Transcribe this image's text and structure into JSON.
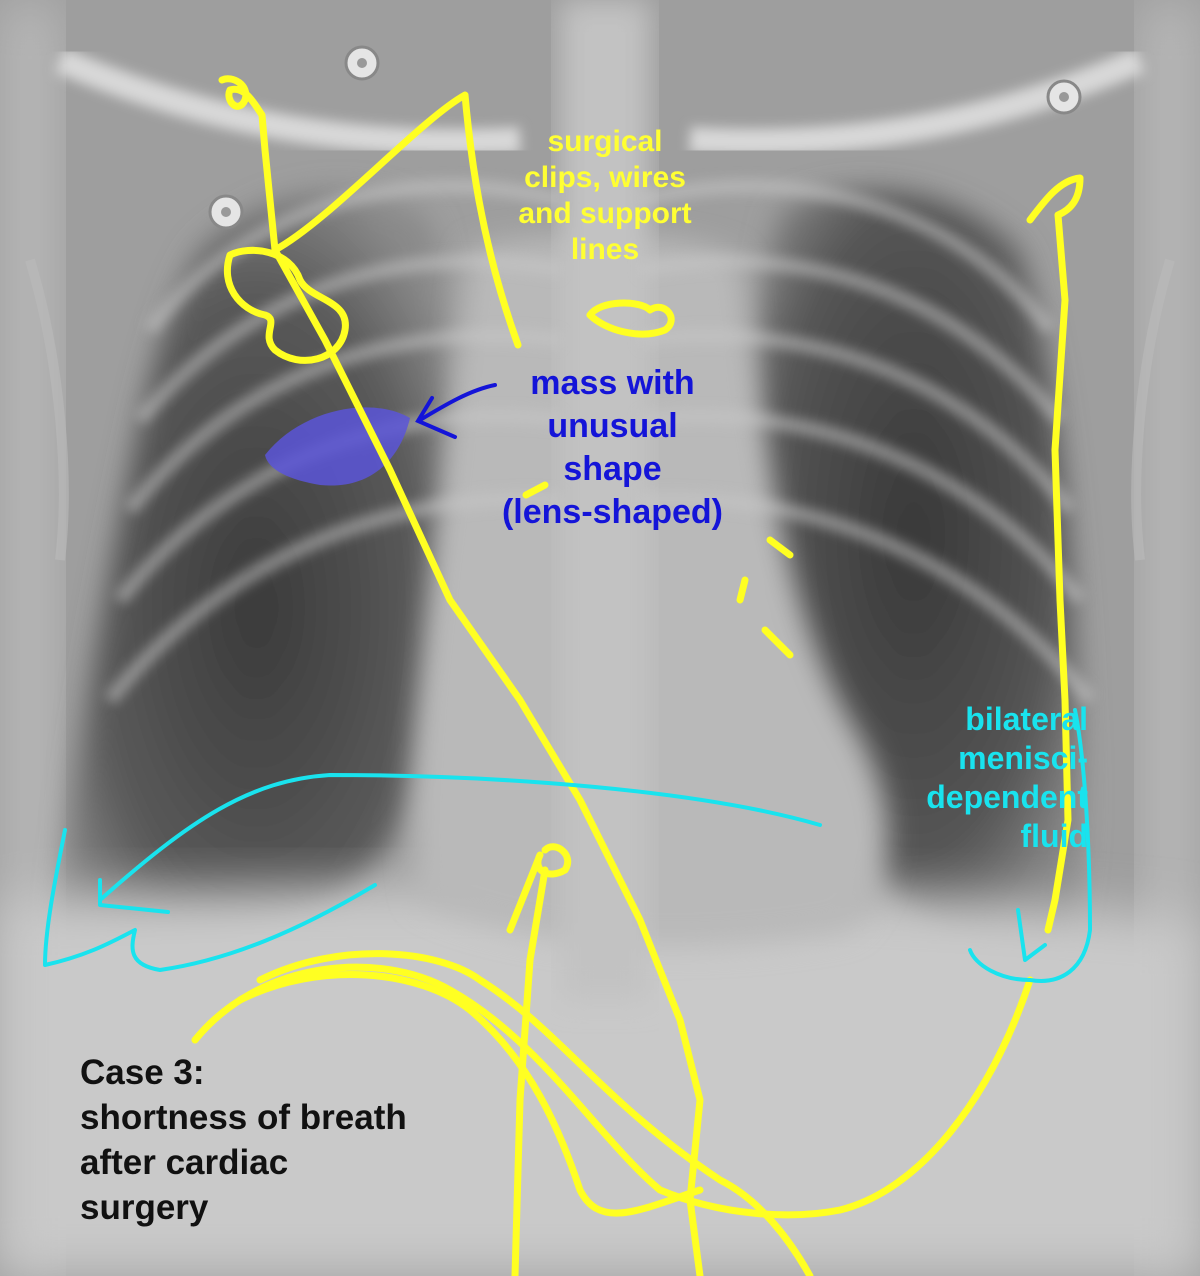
{
  "annotations": {
    "surgical": "surgical\nclips, wires\nand support\nlines",
    "mass": "mass with\nunusual\nshape\n(lens-shaped)",
    "fluid": "bilateral\nmenisci-\ndependent\nfluid",
    "caption": "Case 3:\nshortness of breath\nafter cardiac\nsurgery"
  },
  "colors": {
    "line_yellow": "#ffff22",
    "arrow_blue": "#1414d8",
    "fluid_cyan": "#19e3ee",
    "mass_fill": "#5a55d8"
  },
  "icons": [
    "ecg-electrode-icon",
    "arrow-icon"
  ]
}
